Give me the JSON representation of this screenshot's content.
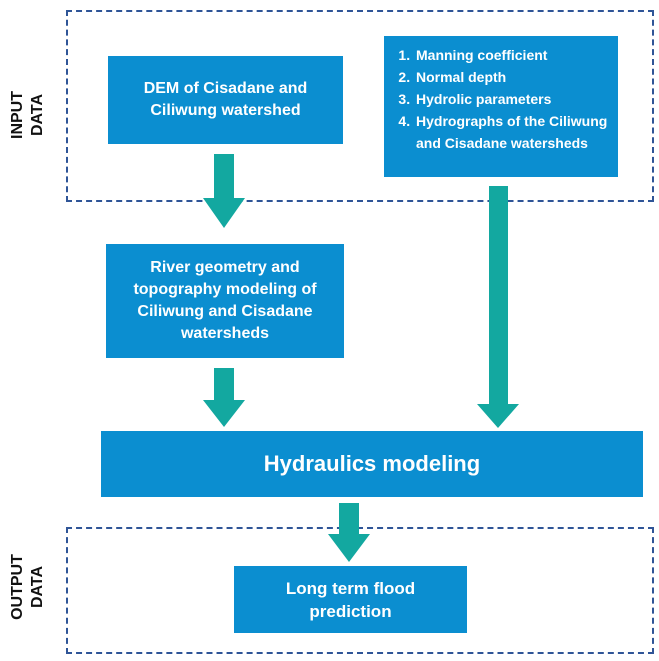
{
  "labels": {
    "input": [
      "INPUT",
      "DATA"
    ],
    "output": [
      "OUTPUT",
      "DATA"
    ]
  },
  "boxes": {
    "dem": "DEM of Cisadane and Ciliwung watershed",
    "river": "River geometry and topography modeling of Ciliwung and Cisadane watersheds",
    "hydraulics": "Hydraulics modeling",
    "flood": "Long term flood prediction"
  },
  "input_list": [
    "Manning coefficient",
    "Normal depth",
    "Hydrolic parameters",
    "Hydrographs of the Ciliwung and Cisadane watersheds"
  ],
  "colors": {
    "box": "#0b8ed0",
    "arrow": "#13a8a0",
    "dashed_border": "#2f5597"
  }
}
